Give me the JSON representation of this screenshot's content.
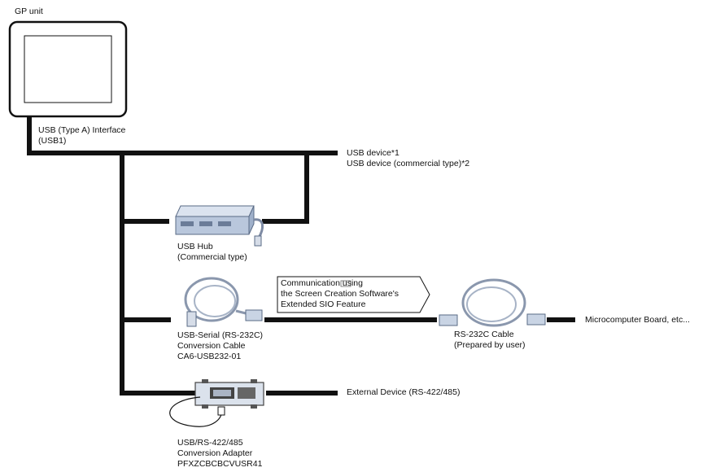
{
  "gp_unit": {
    "title": "GP unit"
  },
  "usb_interface": {
    "lines": [
      "USB (Type A) Interface",
      "(USB1)"
    ]
  },
  "usb_devices": {
    "lines": [
      "USB device*1",
      "USB device (commercial type)*2"
    ]
  },
  "usb_hub": {
    "lines": [
      "USB Hub",
      "(Commercial type)"
    ]
  },
  "communication_note": {
    "lines": [
      "Communication using",
      "the Screen Creation Software's",
      "Extended SIO Feature"
    ]
  },
  "usb_serial_cable": {
    "lines": [
      "USB-Serial (RS-232C)",
      "Conversion Cable",
      "CA6-USB232-01"
    ]
  },
  "rs232c_cable": {
    "lines": [
      "RS-232C Cable",
      "(Prepared by user)"
    ]
  },
  "microcomputer": {
    "label": "Microcomputer Board, etc..."
  },
  "external_device": {
    "label": "External Device (RS-422/485)"
  },
  "usb_rs422_adapter": {
    "lines": [
      "USB/RS-422/485",
      "Conversion Adapter",
      "PFXZCBCBCVUSR41"
    ]
  },
  "colors": {
    "line": "#111111",
    "device_fill": "#c9d4e4",
    "device_stroke": "#5a6b86"
  }
}
